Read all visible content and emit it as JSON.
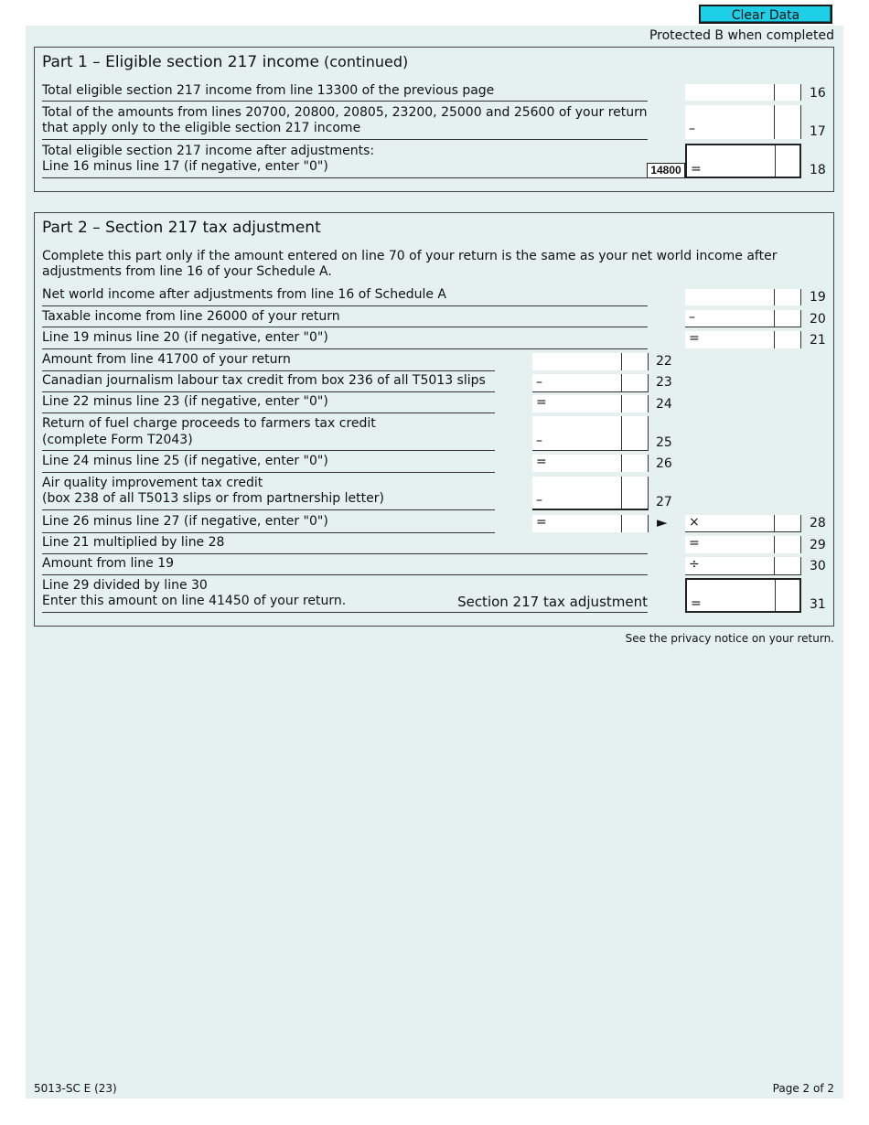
{
  "header": {
    "clear_button": "Clear Data",
    "protected": "Protected B when completed"
  },
  "part1": {
    "title_main": "Part 1 – Eligible section 217 income",
    "title_cont": " (continued)",
    "line16": "Total eligible section 217 income from line 13300 of the previous page",
    "line17_a": "Total of the amounts from lines 20700, 20800, 20805, 23200, 25000 and 25600 of your return",
    "line17_b": "that apply only to the eligible section 217 income",
    "line18_a": "Total eligible section 217 income after adjustments:",
    "line18_b": "Line 16 minus line 17 (if negative, enter \"0\")",
    "code18": "14800",
    "nums": [
      "16",
      "17",
      "18"
    ]
  },
  "part2": {
    "title": "Part 2 – Section 217 tax adjustment",
    "intro_a": "Complete this part only if the amount entered on line 70 of your return is the same as your net world income after",
    "intro_b": "adjustments from line 16 of your Schedule A.",
    "line19": "Net world income after adjustments from line 16 of Schedule A",
    "line20": "Taxable income from line 26000 of your return",
    "line21": "Line 19 minus line 20 (if negative, enter \"0\")",
    "line22": "Amount from line 41700 of your return",
    "line23": "Canadian journalism labour tax credit from box 236 of all T5013 slips",
    "line24": "Line 22 minus line 23 (if negative, enter \"0\")",
    "line25_a": "Return of fuel charge proceeds to farmers tax credit",
    "line25_b": "(complete Form T2043)",
    "line26": "Line 24 minus line 25 (if negative, enter \"0\")",
    "line27_a": "Air quality improvement tax credit",
    "line27_b": "(box 238 of all T5013 slips or from partnership letter)",
    "line28": "Line 26 minus line 27 (if negative, enter \"0\")",
    "line29": "Line 21 multiplied by line 28",
    "line30": "Amount from line 19",
    "line31_a": "Line 29 divided by line 30",
    "line31_b": "Enter this amount on line 41450 of your return.",
    "line31_label": "Section 217 tax adjustment",
    "nums": [
      "19",
      "20",
      "21",
      "22",
      "23",
      "24",
      "25",
      "26",
      "27",
      "28",
      "29",
      "30",
      "31"
    ]
  },
  "symbols": {
    "minus": "–",
    "equals": "=",
    "times": "×",
    "divide": "÷",
    "arrow": "►"
  },
  "footer": {
    "privacy": "See the privacy notice on your return.",
    "form_id": "5013-SC E (23)",
    "page": "Page 2 of 2"
  }
}
